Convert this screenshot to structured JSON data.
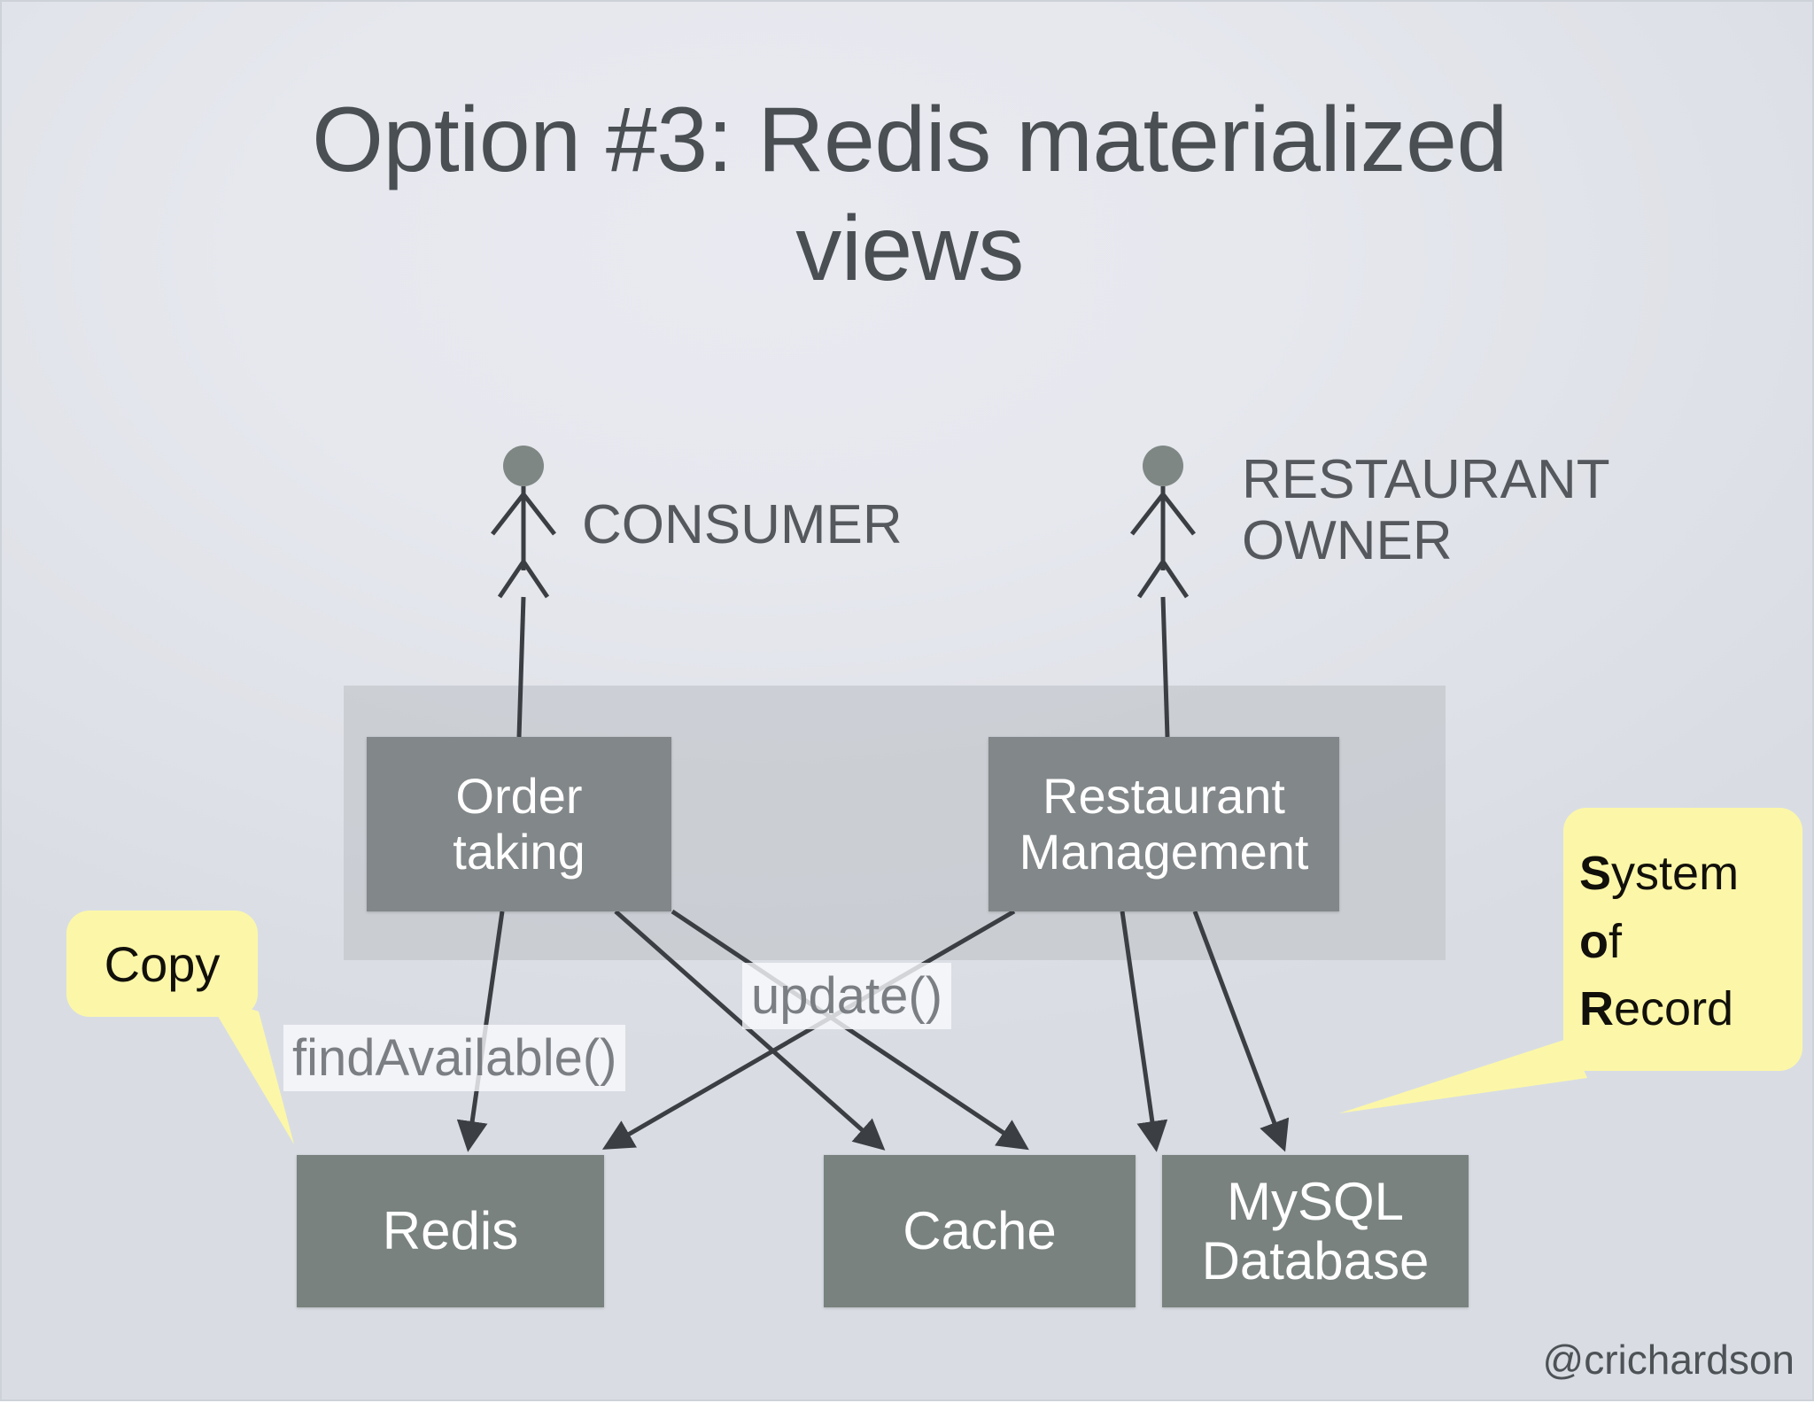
{
  "slide": {
    "title": "Option #3: Redis materialized\nviews",
    "attribution": "@crichardson"
  },
  "actors": [
    {
      "id": "consumer",
      "label": "CONSUMER",
      "icon": "stick-figure-icon"
    },
    {
      "id": "restaurant-owner",
      "label": "RESTAURANT\nOWNER",
      "icon": "stick-figure-icon"
    }
  ],
  "services": [
    {
      "id": "order-taking",
      "label": "Order\ntaking"
    },
    {
      "id": "restaurant-management",
      "label": "Restaurant\nManagement"
    }
  ],
  "datastores": [
    {
      "id": "redis",
      "label": "Redis"
    },
    {
      "id": "cache",
      "label": "Cache"
    },
    {
      "id": "mysql",
      "label": "MySQL\nDatabase"
    }
  ],
  "method_labels": [
    {
      "id": "find-available",
      "label": "findAvailable()"
    },
    {
      "id": "update",
      "label": "update()"
    }
  ],
  "callouts": [
    {
      "id": "copy",
      "label": "Copy"
    },
    {
      "id": "system-of-record",
      "lines": [
        {
          "bold": "S",
          "rest": "ystem"
        },
        {
          "bold": "o",
          "rest": "f"
        },
        {
          "bold": "R",
          "rest": "ecord"
        }
      ]
    }
  ],
  "colors": {
    "service_box": "#828789",
    "store_box": "#79827e",
    "band": "#c5c9ce",
    "callout": "#fcf7a8",
    "edge": "#3b3f44",
    "title_text": "#4a4f54"
  },
  "edges": [
    {
      "from": "order-taking",
      "to": "redis"
    },
    {
      "from": "order-taking",
      "to": "cache"
    },
    {
      "from": "order-taking",
      "to": "mysql"
    },
    {
      "from": "restaurant-management",
      "to": "redis"
    },
    {
      "from": "restaurant-management",
      "to": "cache"
    },
    {
      "from": "restaurant-management",
      "to": "mysql"
    },
    {
      "from": "consumer",
      "to": "order-taking"
    },
    {
      "from": "restaurant-owner",
      "to": "restaurant-management"
    }
  ]
}
